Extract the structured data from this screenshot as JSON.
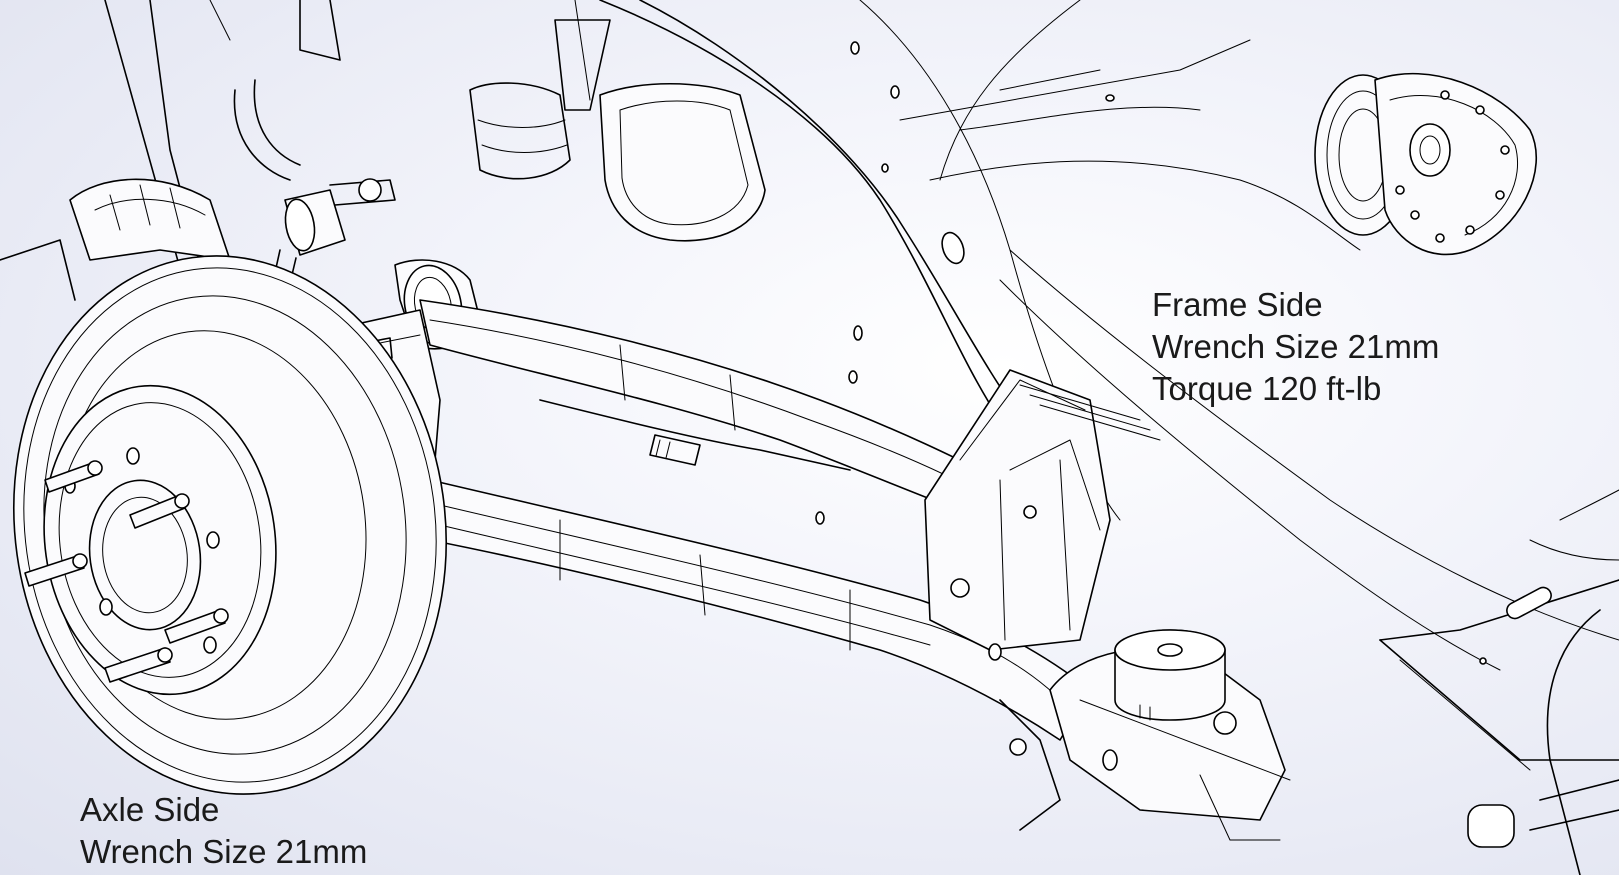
{
  "annotations": {
    "frame_side": {
      "title": "Frame Side",
      "wrench_size": "Wrench Size 21mm",
      "torque": "Torque 120 ft-lb"
    },
    "axle_side": {
      "title": "Axle Side",
      "wrench_size": "Wrench Size 21mm"
    }
  },
  "colors": {
    "line": "#000000",
    "label_text": "#1a1a1a",
    "background_light": "#ffffff",
    "background_shade": "#dfe2ef"
  }
}
